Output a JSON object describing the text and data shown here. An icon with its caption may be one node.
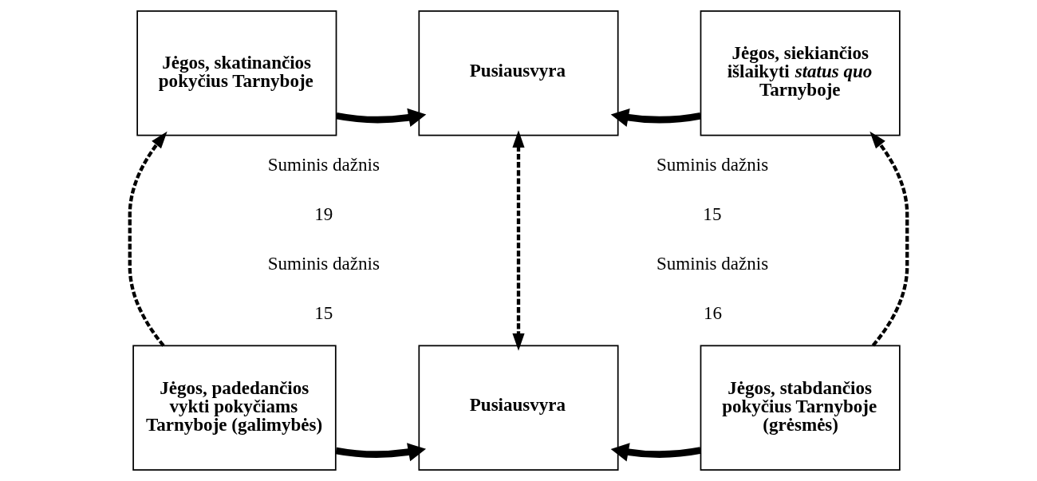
{
  "diagram": {
    "nodes": [
      {
        "text": [
          "Jėgos, skatinančios pokyčius Tarnyboje"
        ]
      },
      {
        "text": [
          "Pusiausvyra"
        ]
      },
      {
        "text": [
          "Jėgos, siekiančios išlaikyti *status quo* Tarnyboje"
        ]
      },
      {
        "text": [
          "Jėgos, padedančios vykti pokyčiams Tarnyboje (galimybės)"
        ]
      },
      {
        "text": [
          "Pusiausvyra"
        ]
      },
      {
        "text": [
          "Jėgos, stabdančios pokyčius Tarnyboje (grėsmės)"
        ]
      }
    ],
    "edges": [
      {
        "from": 0,
        "to": 1,
        "arrow": "to"
      },
      {
        "from": 2,
        "to": 1,
        "arrow": "to"
      },
      {
        "from": 3,
        "to": 0,
        "arrow": "to",
        "style": "dashed"
      },
      {
        "from": 1,
        "to": 4,
        "arrow": "both",
        "style": "dashed"
      },
      {
        "from": 5,
        "to": 2,
        "arrow": "to",
        "style": "dashed"
      },
      {
        "from": 3,
        "to": 4,
        "arrow": "to"
      },
      {
        "from": 5,
        "to": 4,
        "arrow": "to"
      }
    ],
    "labels": [
      "Suminis dažnis",
      "19",
      "Suminis dažnis",
      "15",
      "Suminis dažnis",
      "15",
      "Suminis dažnis",
      "16"
    ]
  }
}
